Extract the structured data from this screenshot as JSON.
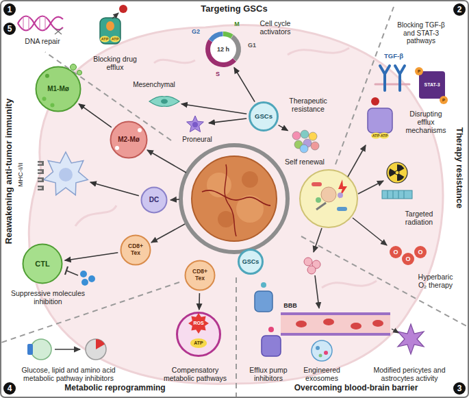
{
  "diagram": {
    "nodes": [
      {
        "text": [
          "12 h"
        ]
      },
      {
        "text": [
          "M1-Mø"
        ]
      },
      {
        "text": [
          "Mesenchymal"
        ]
      },
      {
        "text": [
          "GSCs"
        ]
      },
      {
        "text": [
          "Therapeutic resistance",
          "Self renewal"
        ]
      },
      {
        "text": [
          "M2-Mø"
        ]
      },
      {
        "text": [
          "Proneural"
        ]
      },
      {
        "text": [
          "MHC-I/II"
        ]
      },
      {
        "text": [
          "DC"
        ]
      },
      {
        "text": [
          "CTL"
        ]
      },
      {
        "text": [
          "CD8+ Tex"
        ]
      },
      {
        "text": [
          "GSCs"
        ]
      },
      {
        "text": [
          "CD8+ Tex"
        ]
      },
      {
        "text": [
          "ROS",
          "ATP",
          "Compensatory metabolic pathways"
        ]
      }
    ],
    "edges": [
      {
        "from": 3,
        "to": 0,
        "arrow": "to"
      },
      {
        "from": 3,
        "to": 2,
        "arrow": "to"
      },
      {
        "from": 3,
        "to": 6,
        "arrow": "to"
      },
      {
        "from": 3,
        "to": 4,
        "arrow": "to"
      },
      {
        "from": 5,
        "to": 1,
        "arrow": "to"
      },
      {
        "from": 8,
        "to": 7,
        "arrow": "to"
      },
      {
        "from": 10,
        "to": 9,
        "arrow": "to"
      },
      {
        "from": 12,
        "to": 13,
        "arrow": "to"
      }
    ],
    "labels": [
      "1",
      "Targeting GSCs",
      "5",
      "DNA repair",
      "ATP",
      "ATP",
      "Blocking drug efflux",
      "M",
      "G2",
      "G1",
      "S",
      "Cell cycle activators",
      "2",
      "Blocking TGF-β and STAT-3 pathways",
      "TGF-β",
      "P",
      "STAT-3",
      "P",
      "Disrupting efflux mechanisms",
      "ATP",
      "ATP",
      "Targeted radiation",
      "Therapy resistance",
      "O",
      "O",
      "O",
      "Hyperbaric O₂ therapy",
      "Reawakening anti-tumor immunity",
      "Suppressive molecules inhibition",
      "BBB",
      "Glucose, lipid and amino acid metabolic pathway inhibitors",
      "Efflux pump inhibitors",
      "Engineered exosomes",
      "Modified pericytes and astrocytes activity",
      "4",
      "Metabolic reprogramming",
      "3",
      "Overcoming blood-brain barrier"
    ]
  }
}
